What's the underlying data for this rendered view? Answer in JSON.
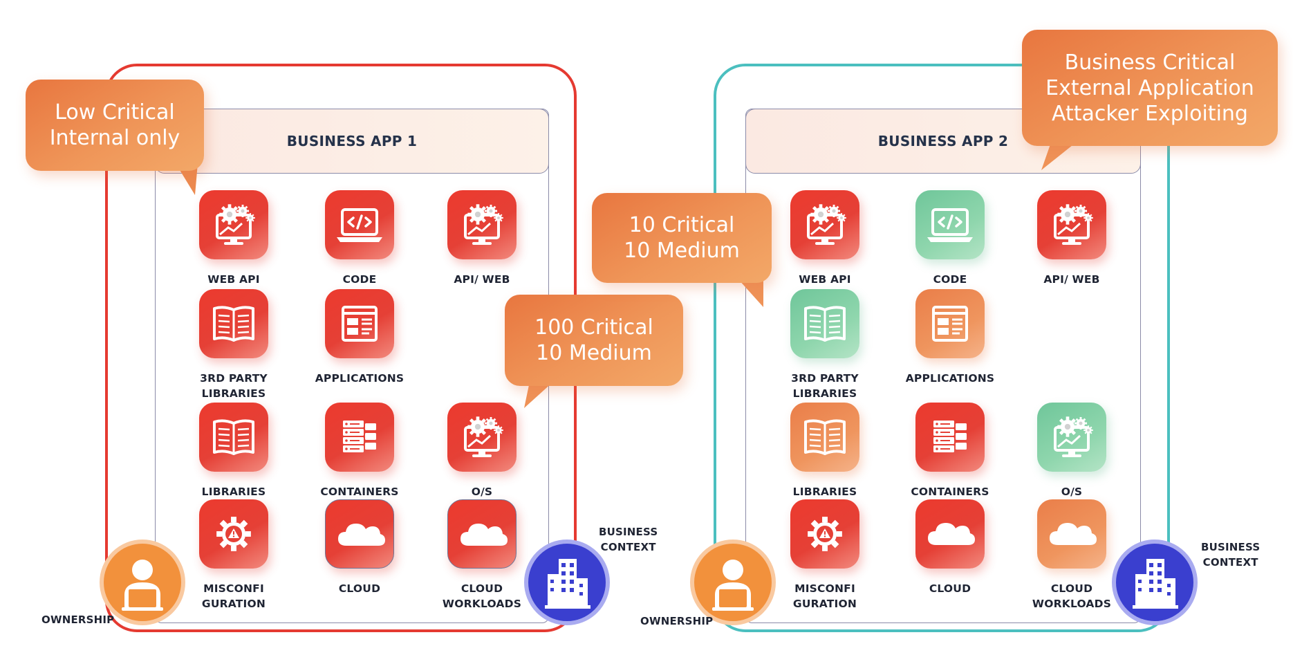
{
  "panels": [
    {
      "title": "BUSINESS APP 1",
      "tiles": [
        {
          "label": "WEB API",
          "icon": "monitor-gears-icon",
          "color": "red"
        },
        {
          "label": "CODE",
          "icon": "laptop-code-icon",
          "color": "red"
        },
        {
          "label": "API/ WEB",
          "icon": "monitor-gears-icon",
          "color": "red"
        },
        {
          "label": "3RD PARTY\nLIBRARIES",
          "icon": "book-icon",
          "color": "red"
        },
        {
          "label": "APPLICATIONS",
          "icon": "app-window-icon",
          "color": "red"
        },
        {
          "label": "LIBRARIES",
          "icon": "book-icon",
          "color": "red"
        },
        {
          "label": "CONTAINERS",
          "icon": "server-stack-icon",
          "color": "red"
        },
        {
          "label": "O/S",
          "icon": "monitor-gears-icon",
          "color": "red"
        },
        {
          "label": "MISCONFI\nGURATION",
          "icon": "gear-warning-icon",
          "color": "red"
        },
        {
          "label": "CLOUD",
          "icon": "cloud-icon",
          "color": "red"
        },
        {
          "label": "CLOUD\nWORKLOADS",
          "icon": "cloud-icon",
          "color": "red"
        }
      ],
      "ownership_label": "OWNERSHIP",
      "business_context_label": "BUSINESS\nCONTEXT"
    },
    {
      "title": "BUSINESS APP 2",
      "tiles": [
        {
          "label": "WEB API",
          "icon": "monitor-gears-icon",
          "color": "red"
        },
        {
          "label": "CODE",
          "icon": "laptop-code-icon",
          "color": "green"
        },
        {
          "label": "API/ WEB",
          "icon": "monitor-gears-icon",
          "color": "red"
        },
        {
          "label": "3RD PARTY\nLIBRARIES",
          "icon": "book-icon",
          "color": "green"
        },
        {
          "label": "APPLICATIONS",
          "icon": "app-window-icon",
          "color": "orange"
        },
        {
          "label": "LIBRARIES",
          "icon": "book-icon",
          "color": "orange"
        },
        {
          "label": "CONTAINERS",
          "icon": "server-stack-icon",
          "color": "red"
        },
        {
          "label": "O/S",
          "icon": "monitor-gears-icon",
          "color": "green"
        },
        {
          "label": "MISCONFI\nGURATION",
          "icon": "gear-warning-icon",
          "color": "red"
        },
        {
          "label": "CLOUD",
          "icon": "cloud-icon",
          "color": "red"
        },
        {
          "label": "CLOUD\nWORKLOADS",
          "icon": "cloud-icon",
          "color": "orange"
        }
      ],
      "ownership_label": "OWNERSHIP",
      "business_context_label": "BUSINESS\nCONTEXT"
    }
  ],
  "callouts": {
    "app1_context": "Low Critical\nInternal only",
    "app1_findings": "100 Critical\n10 Medium",
    "app2_findings": "10 Critical\n10 Medium",
    "app2_context": "Business Critical\nExternal Application\nAttacker Exploiting"
  },
  "colors": {
    "app1_border": "#e53a31",
    "app2_border": "#4bbfbf",
    "tile_red": "#e83d33",
    "tile_green": "#7ccfa1",
    "tile_orange": "#ee8c54",
    "callout": "#ee8f55",
    "ownership": "#f2913c",
    "business_context": "#3a3fcf"
  }
}
